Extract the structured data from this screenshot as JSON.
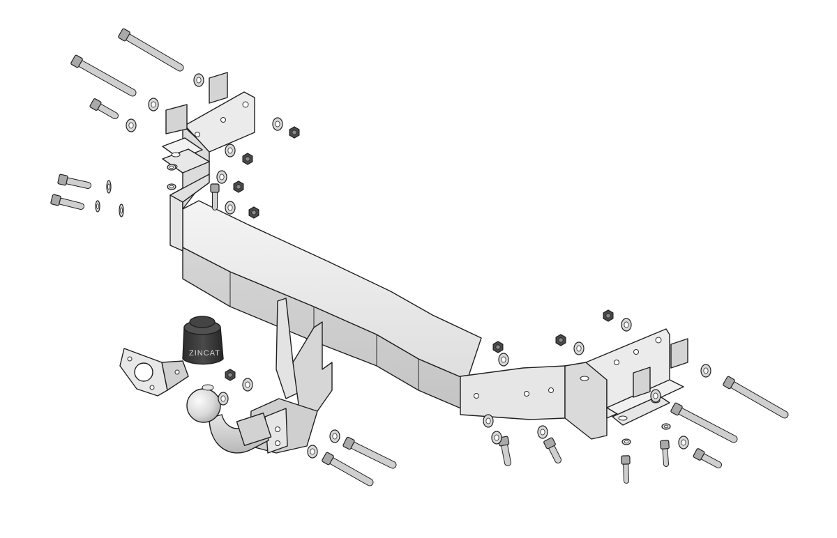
{
  "diagram": {
    "type": "exploded-assembly",
    "subject": "tow-bar",
    "colors": {
      "background": "#ffffff",
      "metal_light": "#ececec",
      "metal_mid": "#d6d6d6",
      "metal_dark": "#b9b9b9",
      "bolt_shank": "#cfcfcf",
      "bolt_head": "#a9a9a9",
      "outline": "#1f1f1f",
      "rubber_cap": "#3a3a3a"
    },
    "cap_label": "ZINCAT"
  }
}
